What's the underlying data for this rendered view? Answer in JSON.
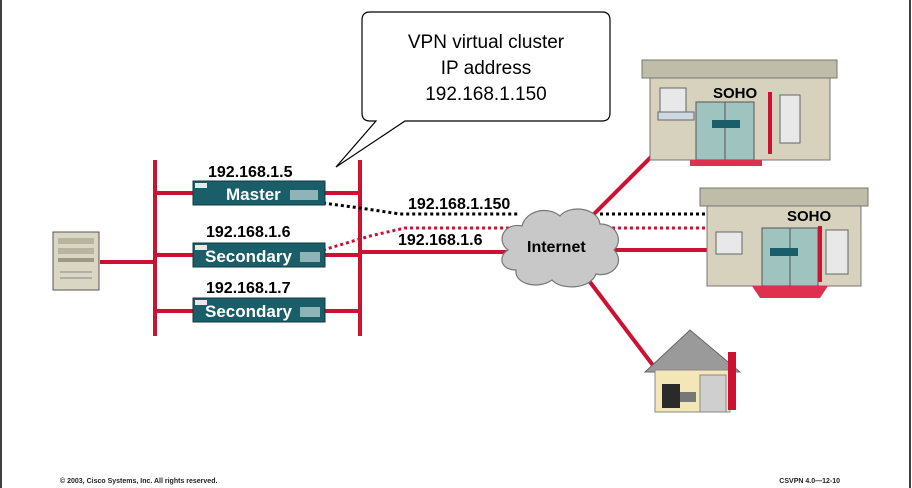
{
  "callout": {
    "line1": "VPN virtual cluster",
    "line2": "IP address",
    "line3": "192.168.1.150"
  },
  "devices": [
    {
      "ip": "192.168.1.5",
      "role": "Master"
    },
    {
      "ip": "192.168.1.6",
      "role": "Secondary"
    },
    {
      "ip": "192.168.1.7",
      "role": "Secondary"
    }
  ],
  "links": {
    "virtual_ip": "192.168.1.150",
    "real_ip": "192.168.1.6"
  },
  "cloud_label": "Internet",
  "sites": [
    {
      "label": "SOHO"
    },
    {
      "label": "SOHO"
    }
  ],
  "footer": {
    "copyright": "© 2003, Cisco Systems, Inc. All rights reserved.",
    "code": "CSVPN 4.0—12-10"
  },
  "colors": {
    "link_red": "#cc1133",
    "concentrator": "#1a5e6a",
    "building": "#d6d2bd",
    "cloud": "#c8c8c8"
  }
}
